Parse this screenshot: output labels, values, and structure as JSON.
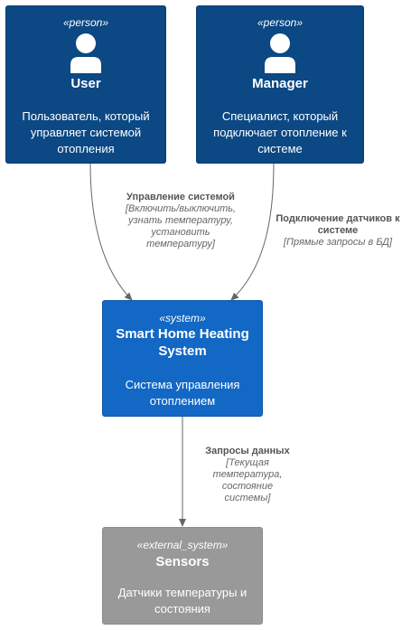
{
  "elements": {
    "user": {
      "stereotype": "«person»",
      "title": "User",
      "description": "Пользователь, который управляет системой отопления",
      "icon": "person-icon"
    },
    "manager": {
      "stereotype": "«person»",
      "title": "Manager",
      "description": "Специалист, который подключает отопление к системе",
      "icon": "person-icon"
    },
    "system": {
      "stereotype": "«system»",
      "title": "Smart Home Heating System",
      "description": "Система управления отоплением"
    },
    "sensors": {
      "stereotype": "«external_system»",
      "title": "Sensors",
      "description": "Датчики температуры и состояния"
    }
  },
  "relations": {
    "user_to_system": {
      "label": "Управление системой",
      "technology": "[Включить/выключить, узнать температуру, установить температуру]"
    },
    "manager_to_system": {
      "label": "Подключение датчиков к системе",
      "technology": "[Прямые запросы в БД]"
    },
    "system_to_sensors": {
      "label": "Запросы данных",
      "technology": "[Текущая температура, состояние системы]"
    }
  },
  "colors": {
    "person": "#0b4884",
    "system": "#1268c4",
    "external_system": "#999999",
    "edge": "#666666"
  }
}
